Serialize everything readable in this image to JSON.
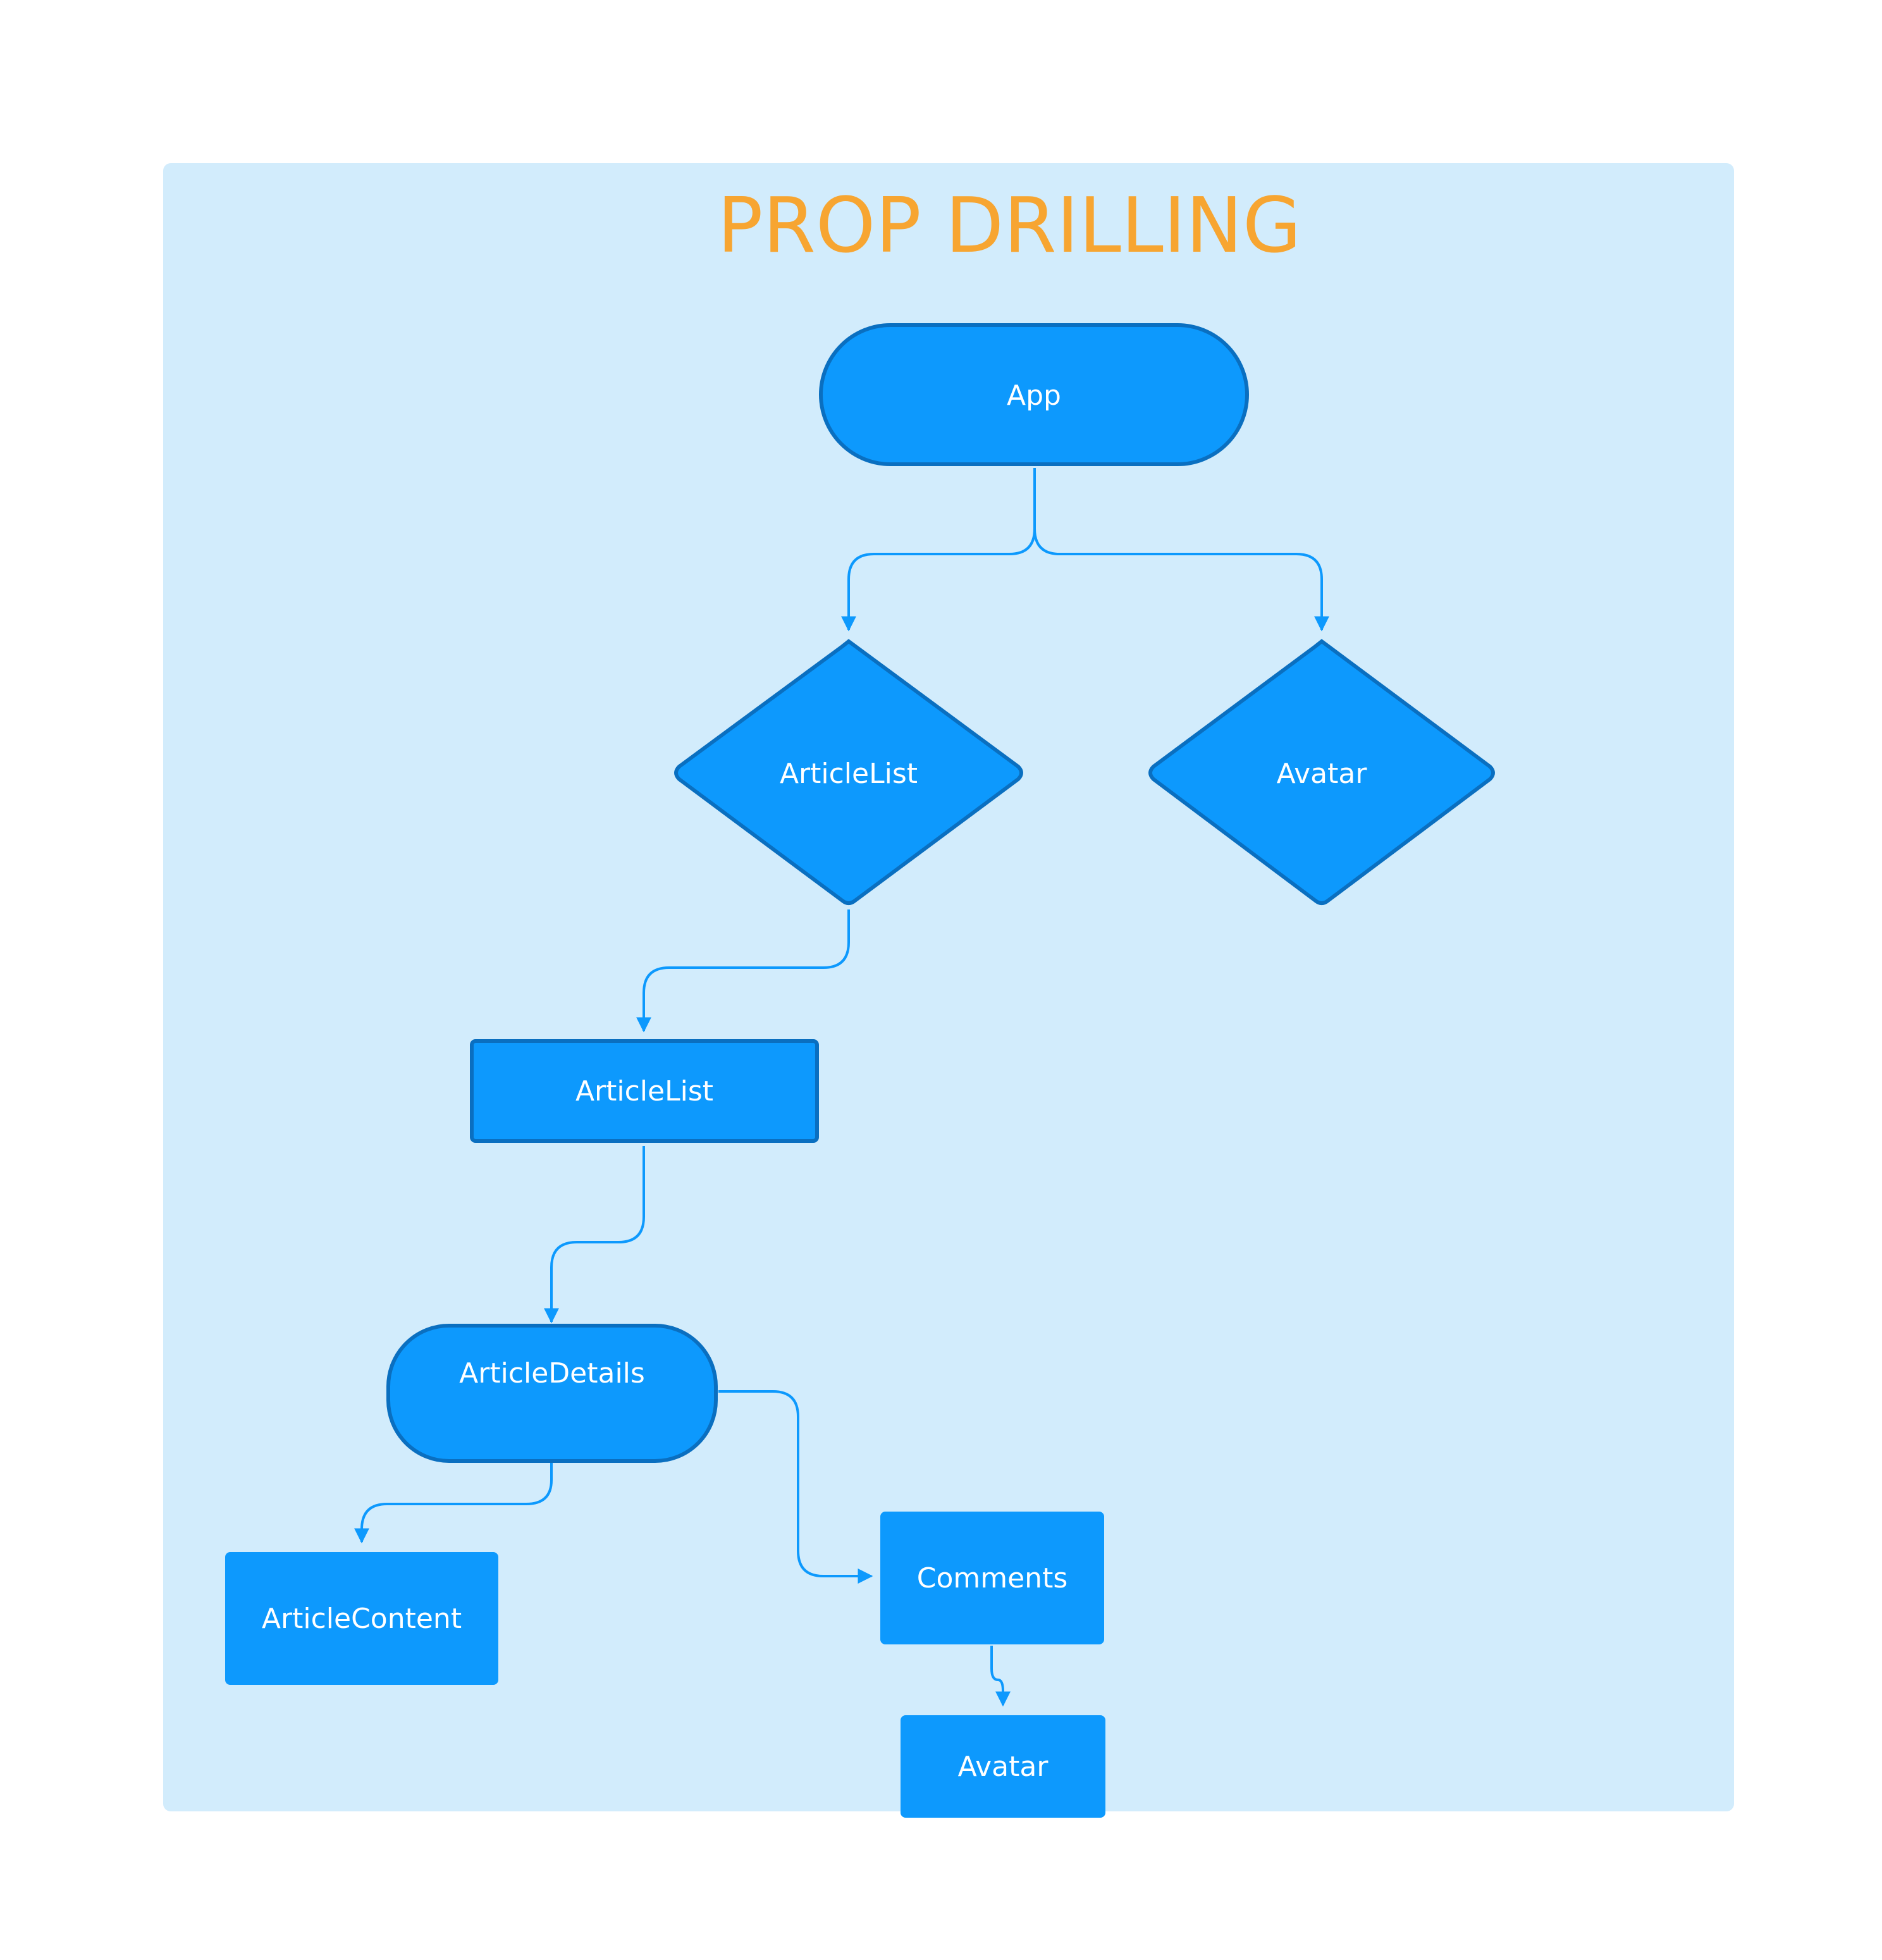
{
  "diagram": {
    "title": "PROP DRILLING",
    "colors": {
      "background": "#d2ecfc",
      "node_fill": "#0d99fd",
      "node_stroke": "#0a6fc0",
      "edge": "#0d99fd",
      "title": "#f7a531",
      "label": "#ffffff"
    },
    "nodes": {
      "app": {
        "label": "App",
        "shape": "terminator"
      },
      "article_list_decision": {
        "label": "ArticleList",
        "shape": "diamond"
      },
      "avatar_decision": {
        "label": "Avatar",
        "shape": "diamond"
      },
      "article_list_process": {
        "label": "ArticleList",
        "shape": "rectangle"
      },
      "article_details": {
        "label": "ArticleDetails",
        "shape": "terminator"
      },
      "article_content": {
        "label": "ArticleContent",
        "shape": "rectangle"
      },
      "comments": {
        "label": "Comments",
        "shape": "rectangle"
      },
      "avatar_leaf": {
        "label": "Avatar",
        "shape": "rectangle"
      }
    },
    "edges": [
      {
        "from": "App",
        "to": "ArticleList"
      },
      {
        "from": "App",
        "to": "Avatar"
      },
      {
        "from": "ArticleList",
        "to": "ArticleList"
      },
      {
        "from": "ArticleList",
        "to": "ArticleDetails"
      },
      {
        "from": "ArticleDetails",
        "to": "ArticleContent"
      },
      {
        "from": "ArticleDetails",
        "to": "Comments"
      },
      {
        "from": "Comments",
        "to": "Avatar"
      }
    ]
  }
}
